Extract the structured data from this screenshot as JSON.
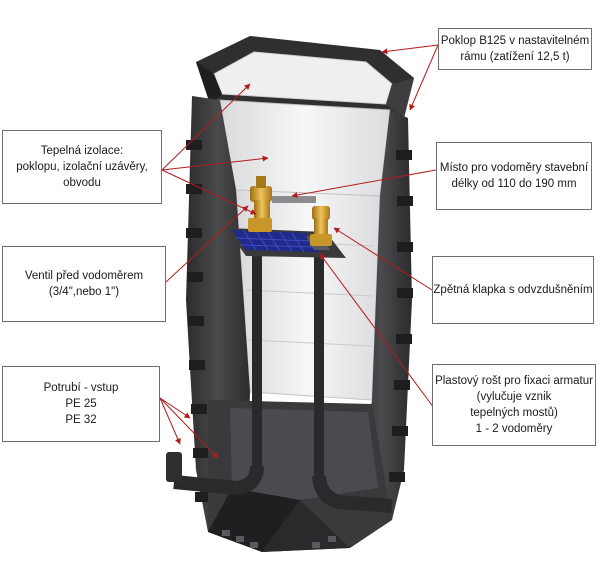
{
  "colors": {
    "frame": "#3b3b3d",
    "frame_dark": "#232325",
    "insulation": "#e9e9eb",
    "pipe": "#2a2a2c",
    "grid": "#1f2a8a",
    "brass": "#c9962a",
    "leader": "#b31b1b"
  },
  "callouts": {
    "lid": [
      "Poklop B125 v nastavitelném",
      "rámu (zatížení 12,5 t)"
    ],
    "insulation": [
      "Tepelná izolace:",
      "poklopu,  izolační uzávěry,",
      "obvodu"
    ],
    "meter_place": [
      "Místo pro vodoměry stavební",
      "délky od 110 do 190 mm"
    ],
    "valve": [
      "Ventil před vodoměrem",
      "(3/4\",nebo 1\")"
    ],
    "check_valve": [
      "Zpětná klapka s odvzdušněním"
    ],
    "pipe_in": [
      "Potrubí - vstup",
      "PE 25",
      "PE 32"
    ],
    "grate": [
      "Plastový rošt pro fixaci armatur",
      "(vylučuje vznik",
      "tepelných mostů)",
      "1 - 2 vodoměry"
    ]
  }
}
